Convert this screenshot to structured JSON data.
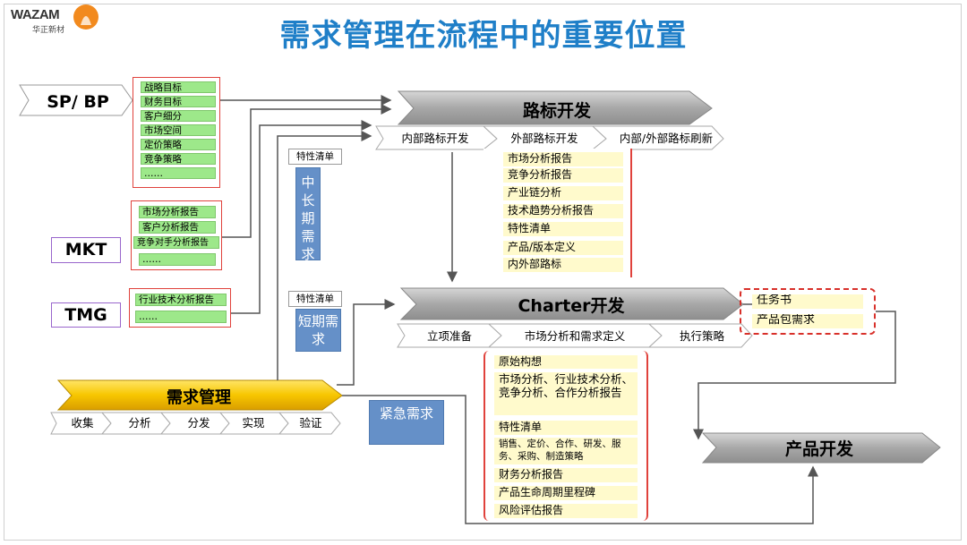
{
  "logo": {
    "brand": "WAZAM",
    "sub": "华正新材"
  },
  "title": "需求管理在流程中的重要位置",
  "inputs": {
    "spbp": "SP/ BP",
    "mkt": "MKT",
    "tmg": "TMG"
  },
  "spbp_items": [
    "战略目标",
    "财务目标",
    "客户细分",
    "市场空间",
    "定价策略",
    "竞争策略",
    "……"
  ],
  "mkt_items": [
    "市场分析报告",
    "客户分析报告",
    "竞争对手分析报告",
    "……"
  ],
  "tmg_items": [
    "行业技术分析报告",
    "……"
  ],
  "tags": {
    "long_term_list": "特性清单",
    "short_term_list": "特性清单"
  },
  "blue_boxes": {
    "long_term": "中长期需求",
    "short_term": "短期需求",
    "urgent": "紧急需求"
  },
  "roadmap": {
    "title": "路标开发",
    "steps": [
      "内部路标开发",
      "外部路标开发",
      "内部/外部路标刷新"
    ],
    "outputs": [
      "市场分析报告",
      "竞争分析报告",
      "产业链分析",
      "技术趋势分析报告",
      "特性清单",
      "产品/版本定义",
      "内外部路标"
    ]
  },
  "charter": {
    "title": "Charter开发",
    "steps": [
      "立项准备",
      "市场分析和需求定义",
      "执行策略"
    ],
    "outputs": [
      "原始构想",
      "市场分析、行业技术分析、竞争分析、合作分析报告",
      "特性清单",
      "销售、定价、合作、研发、服务、采购、制造策略",
      "财务分析报告",
      "产品生命周期里程碑",
      "风险评估报告"
    ],
    "deliverables": [
      "任务书",
      "产品包需求"
    ]
  },
  "demand_mgmt": {
    "title": "需求管理",
    "steps": [
      "收集",
      "分析",
      "分发",
      "实现",
      "验证"
    ]
  },
  "product_dev": {
    "title": "产品开发"
  },
  "colors": {
    "title_blue": "#1f7fc8",
    "green_item": "#9de88a",
    "red_border": "#e0423c",
    "yellow_item": "#fffacc",
    "blue_box": "#6590c8",
    "gold_arrow": "#f7c600",
    "gray_arrow": "#a8a8a8"
  }
}
